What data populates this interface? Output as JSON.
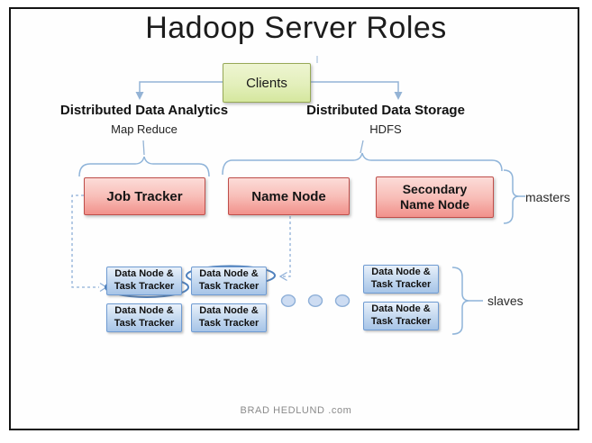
{
  "title": "Hadoop Server Roles",
  "clients_box": {
    "label": "Clients"
  },
  "branches": {
    "analytics": {
      "heading": "Distributed Data Analytics",
      "subheading": "Map Reduce"
    },
    "storage": {
      "heading": "Distributed Data Storage",
      "subheading": "HDFS"
    }
  },
  "masters": {
    "group_label": "masters",
    "nodes": [
      {
        "label": "Job Tracker"
      },
      {
        "label": "Name Node"
      },
      {
        "label": "Secondary Name Node"
      }
    ]
  },
  "slaves": {
    "group_label": "slaves",
    "node_line1": "Data Node &",
    "node_line2": "Task Tracker"
  },
  "footer": {
    "credit": "BRAD HEDLUND .com"
  },
  "colors": {
    "clients_fill_top": "#eef5d2",
    "clients_fill_bottom": "#d5e79e",
    "clients_border": "#97a957",
    "master_fill_top": "#fcdcd8",
    "master_fill_bottom": "#f1918b",
    "master_border": "#bf4e4a",
    "slave_fill_top": "#e9f1fa",
    "slave_fill_bottom": "#a6c4e7",
    "slave_border": "#6f9bd2",
    "connector_blue": "#94b3d5",
    "highlight_oval_blue": "#4f81bd",
    "page_border": "#141414",
    "footer_text": "#8a8a8a"
  }
}
